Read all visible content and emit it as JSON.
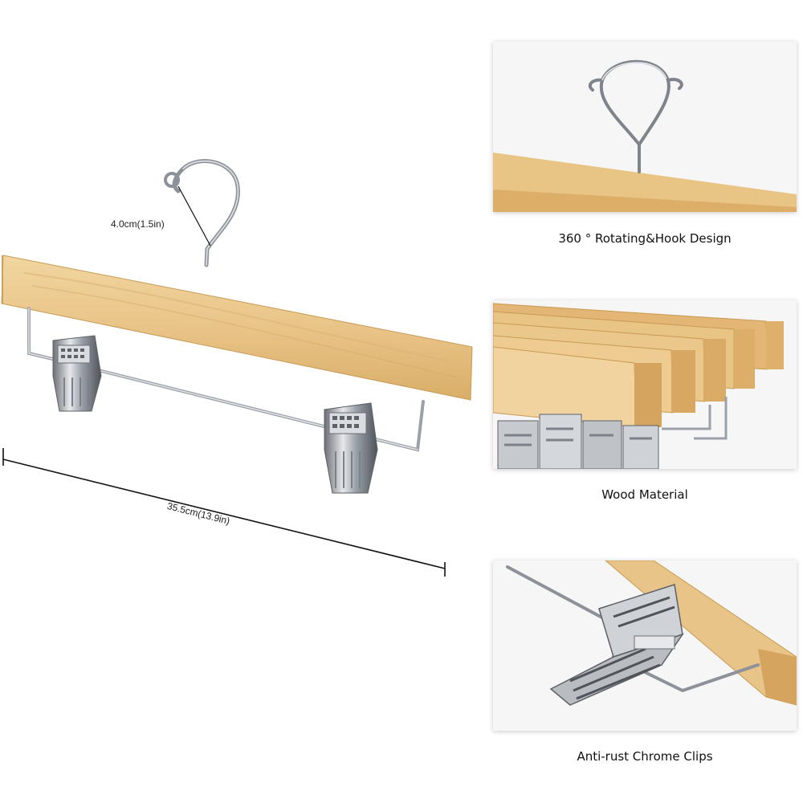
{
  "dimensions": {
    "hook_height": "4.0cm(1.5in)",
    "bar_length": "35.5cm(13.9in)"
  },
  "features": [
    {
      "caption": "360 ° Rotating&Hook Design",
      "icon": "hook-icon"
    },
    {
      "caption": "Wood Material",
      "icon": "wood-icon"
    },
    {
      "caption": "Anti-rust Chrome Clips",
      "icon": "clip-icon"
    }
  ],
  "colors": {
    "wood": "#e8c485",
    "wood_dark": "#c99a52",
    "chrome": "#b9bcc1",
    "chrome_dark": "#5d6168",
    "panel_bg": "#f6f6f6"
  }
}
